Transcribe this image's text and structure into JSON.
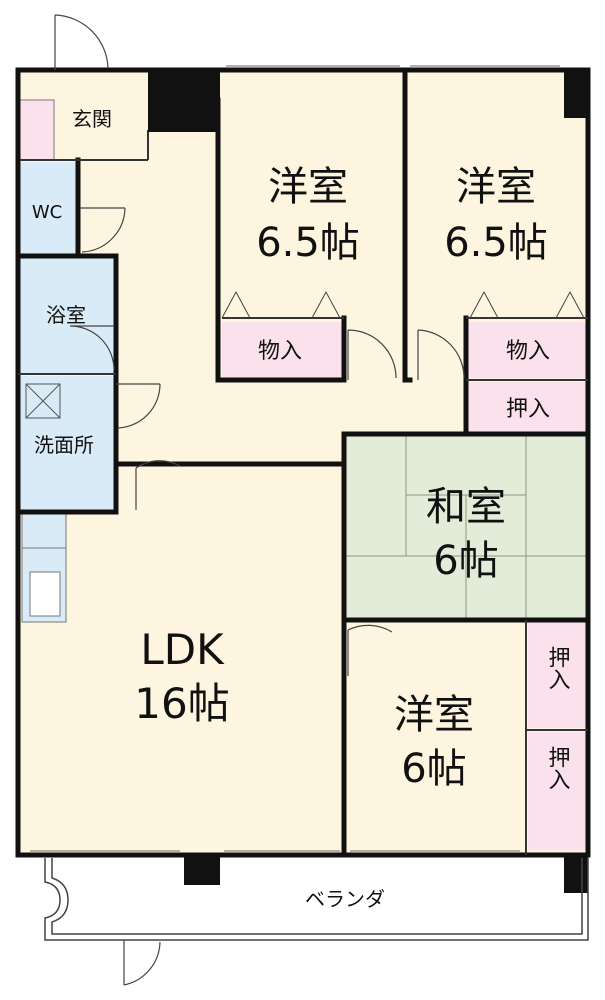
{
  "rooms": {
    "entrance": "玄関",
    "wc": "WC",
    "bath": "浴室",
    "washroom": "洗面所",
    "western1_name": "洋室",
    "western1_size": "6.5帖",
    "western2_name": "洋室",
    "western2_size": "6.5帖",
    "closet1": "物入",
    "closet2": "物入",
    "closet3": "押入",
    "japanese_name": "和室",
    "japanese_size": "6帖",
    "ldk_name": "LDK",
    "ldk_size": "16帖",
    "western3_name": "洋室",
    "western3_size": "6帖",
    "closet4": "押入",
    "closet5": "押入",
    "veranda": "ベランダ"
  },
  "colors": {
    "wall": "#111111",
    "western_floor": "#fdf5e0",
    "wet_area": "#d9ebf7",
    "closet": "#fbe1ec",
    "tatami": "#e3ecd8",
    "tatami_line": "#8a9a7c"
  }
}
